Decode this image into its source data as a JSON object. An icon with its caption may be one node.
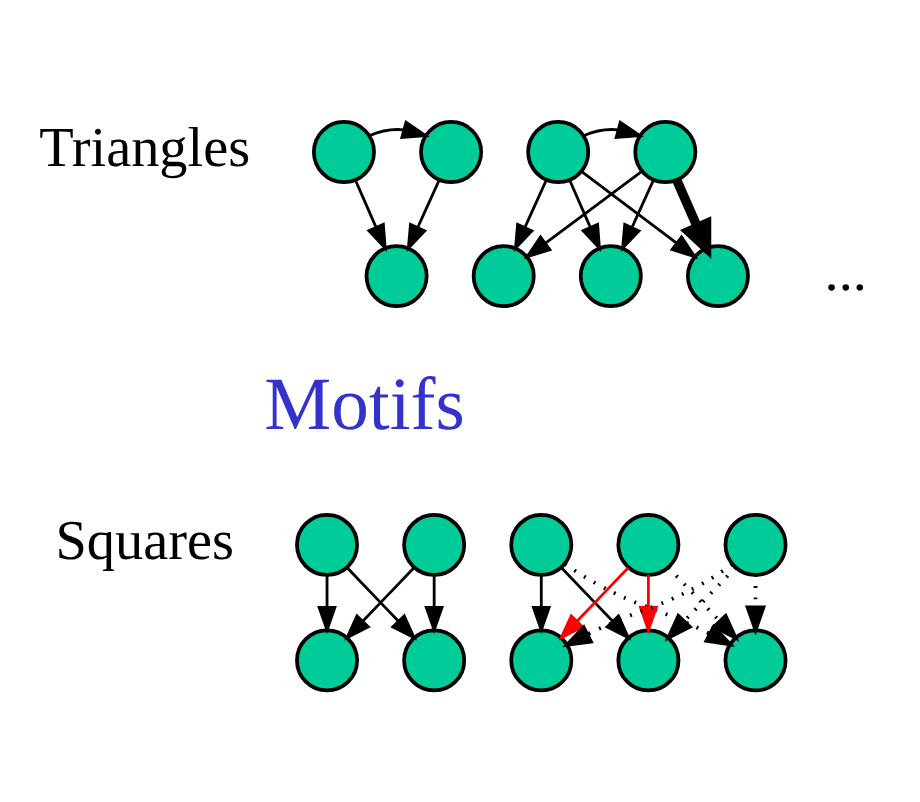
{
  "diagram": {
    "nodes": [
      {
        "text": [],
        "shape": "circle"
      },
      {
        "text": [],
        "shape": "circle"
      },
      {
        "text": [],
        "shape": "circle"
      },
      {
        "text": [],
        "shape": "circle"
      },
      {
        "text": [],
        "shape": "circle"
      },
      {
        "text": [],
        "shape": "circle"
      },
      {
        "text": [],
        "shape": "circle"
      },
      {
        "text": [],
        "shape": "circle"
      },
      {
        "text": [],
        "shape": "circle"
      },
      {
        "text": [],
        "shape": "circle"
      },
      {
        "text": [],
        "shape": "circle"
      },
      {
        "text": [],
        "shape": "circle"
      },
      {
        "text": [],
        "shape": "circle"
      },
      {
        "text": [],
        "shape": "circle"
      },
      {
        "text": [],
        "shape": "circle"
      },
      {
        "text": [],
        "shape": "circle"
      },
      {
        "text": [],
        "shape": "circle"
      },
      {
        "text": [],
        "shape": "circle"
      }
    ],
    "edges": [
      {
        "from": 0,
        "to": 1,
        "arrow": "to"
      },
      {
        "from": 0,
        "to": 2,
        "arrow": "to"
      },
      {
        "from": 1,
        "to": 2,
        "arrow": "to"
      },
      {
        "from": 3,
        "to": 4,
        "arrow": "to"
      },
      {
        "from": 3,
        "to": 5,
        "arrow": "to"
      },
      {
        "from": 3,
        "to": 6,
        "arrow": "to"
      },
      {
        "from": 3,
        "to": 7,
        "arrow": "to"
      },
      {
        "from": 4,
        "to": 5,
        "arrow": "to"
      },
      {
        "from": 4,
        "to": 6,
        "arrow": "to"
      },
      {
        "from": 4,
        "to": 7,
        "arrow": "to",
        "style": "thick"
      },
      {
        "from": 8,
        "to": 10,
        "arrow": "to"
      },
      {
        "from": 8,
        "to": 11,
        "arrow": "to"
      },
      {
        "from": 9,
        "to": 10,
        "arrow": "to"
      },
      {
        "from": 9,
        "to": 11,
        "arrow": "to"
      },
      {
        "from": 12,
        "to": 15,
        "arrow": "to"
      },
      {
        "from": 12,
        "to": 16,
        "arrow": "to"
      },
      {
        "from": 12,
        "to": 17,
        "arrow": "to",
        "style": "dashed"
      },
      {
        "from": 13,
        "to": 15,
        "arrow": "to",
        "color": "#ff0000"
      },
      {
        "from": 13,
        "to": 16,
        "arrow": "to",
        "color": "#ff0000"
      },
      {
        "from": 13,
        "to": 17,
        "arrow": "to",
        "style": "dashed"
      },
      {
        "from": 14,
        "to": 15,
        "arrow": "to",
        "style": "dashed"
      },
      {
        "from": 14,
        "to": 16,
        "arrow": "to",
        "style": "dashed"
      },
      {
        "from": 14,
        "to": 17,
        "arrow": "to",
        "style": "dashed"
      }
    ],
    "labels": [
      "Triangles",
      "Motifs",
      "...",
      "Squares"
    ]
  }
}
